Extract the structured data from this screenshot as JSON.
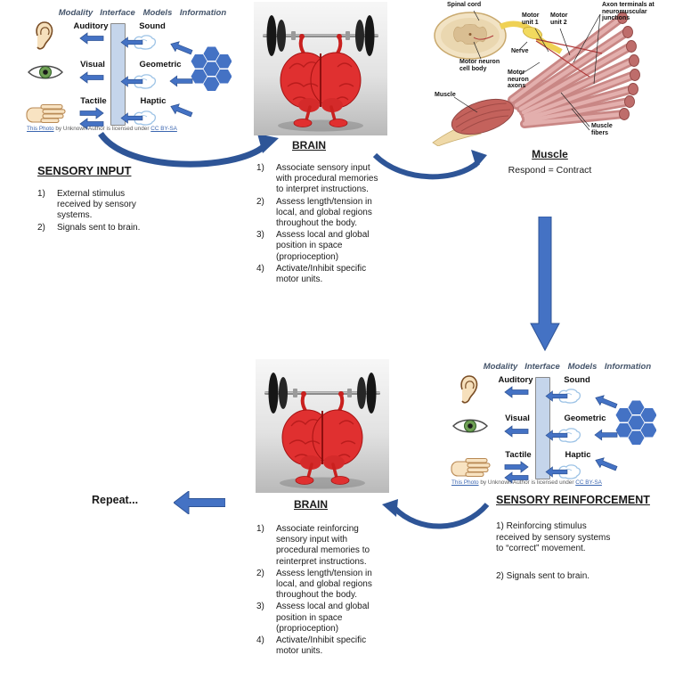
{
  "colors": {
    "accent_blue": "#4472C4",
    "curved_arrow_blue": "#2E5597",
    "column_header_text": "#44546A",
    "brain_red": "#E03030"
  },
  "icons": {
    "sensory": [
      "ear-icon",
      "eye-icon",
      "hand-icon"
    ],
    "model": "brain-sketch-icon",
    "information": "hexagon-cluster-icon",
    "flow": "block-arrow-icon"
  },
  "modality_panel": {
    "headers": [
      "Modality",
      "Interface",
      "Models",
      "Information"
    ],
    "rows": [
      {
        "modality": "Auditory",
        "model": "Sound"
      },
      {
        "modality": "Visual",
        "model": "Geometric"
      },
      {
        "modality": "Tactile",
        "model": "Haptic"
      }
    ],
    "caption": {
      "link1": "This Photo",
      "middle": " by Unknown Author is licensed under ",
      "link2": "CC BY-SA"
    }
  },
  "sensory_input": {
    "title": "SENSORY INPUT",
    "items": [
      {
        "num": "1)",
        "text": "External stimulus received by sensory systems."
      },
      {
        "num": "2)",
        "text": "Signals sent to brain."
      }
    ]
  },
  "brain_top": {
    "label": "BRAIN",
    "items": [
      {
        "num": "1)",
        "text": "Associate sensory input with procedural memories to interpret instructions."
      },
      {
        "num": "2)",
        "text": "Assess length/tension in local, and global regions throughout the body."
      },
      {
        "num": "3)",
        "text": "Assess local and global position in space (proprioception)"
      },
      {
        "num": "4)",
        "text": "Activate/Inhibit specific motor units."
      }
    ]
  },
  "muscle_section": {
    "title": "Muscle",
    "subtitle": "Respond = Contract"
  },
  "muscle_figure": {
    "labels": {
      "spinal_cord": "Spinal cord",
      "motor_unit_1": "Motor\nunit 1",
      "motor_unit_2": "Motor\nunit 2",
      "axon_terminals": "Axon terminals at\nneuromuscular\njunctions",
      "nerve": "Nerve",
      "cell_body": "Motor neuron\ncell body",
      "axons": "Motor\nneuron\naxons",
      "muscle": "Muscle",
      "fibers": "Muscle\nfibers"
    }
  },
  "sensory_reinforcement": {
    "title": "SENSORY REINFORCEMENT",
    "para1": "1) Reinforcing stimulus received by sensory systems to “correct” movement.",
    "para2": "2) Signals sent to brain."
  },
  "brain_bottom": {
    "label": "BRAIN",
    "items": [
      {
        "num": "1)",
        "text": "Associate reinforcing sensory input with procedural memories to reinterpret instructions."
      },
      {
        "num": "2)",
        "text": "Assess length/tension in local, and global regions throughout the body."
      },
      {
        "num": "3)",
        "text": "Assess local and global position in space (proprioception)"
      },
      {
        "num": "4)",
        "text": "Activate/Inhibit specific motor units."
      }
    ]
  },
  "repeat_label": "Repeat..."
}
